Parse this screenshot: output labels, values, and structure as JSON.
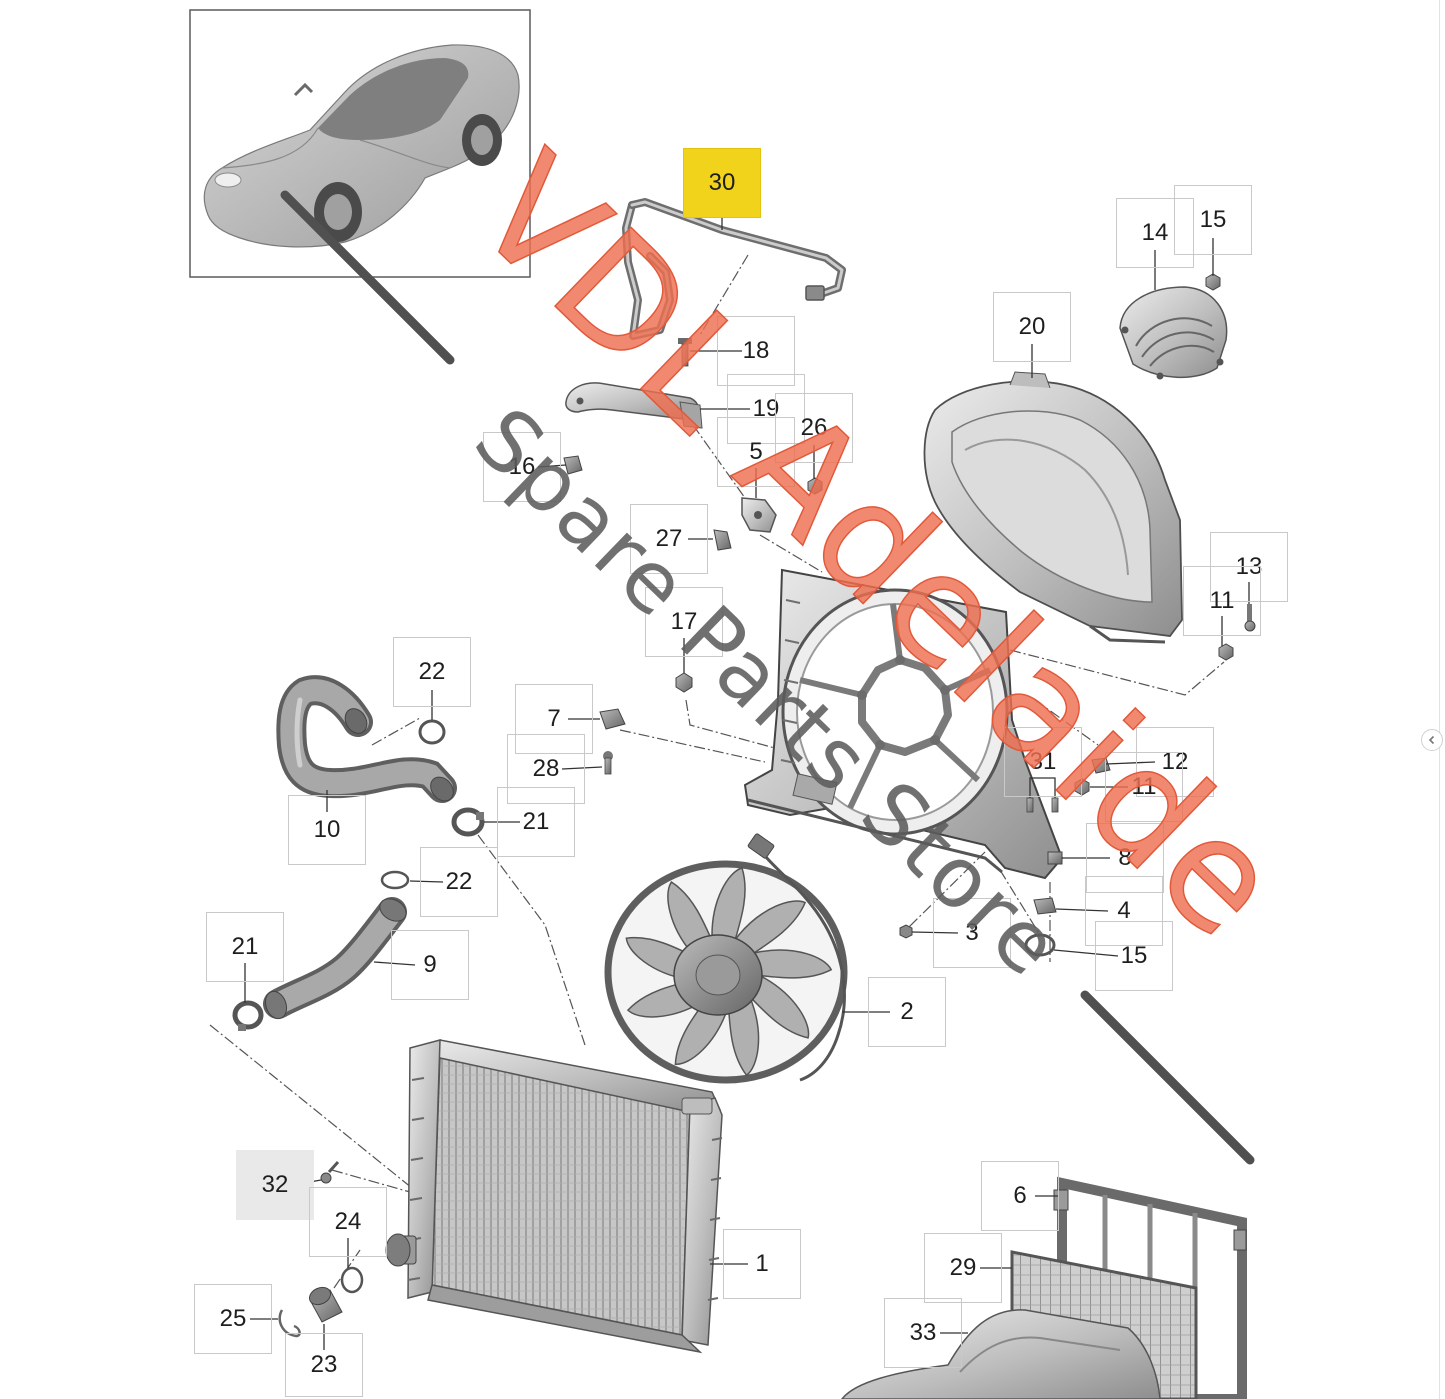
{
  "callouts": {
    "c30": "30",
    "c14": "14",
    "c15_top": "15",
    "c18": "18",
    "c20": "20",
    "c19": "19",
    "c26": "26",
    "c16": "16",
    "c5": "5",
    "c27": "27",
    "c13": "13",
    "c11_upper": "11",
    "c17": "17",
    "c22_upper": "22",
    "c7": "7",
    "c12": "12",
    "c31": "31",
    "c11_lower": "11",
    "c28": "28",
    "c10": "10",
    "c21_upper": "21",
    "c8": "8",
    "c22_middle": "22",
    "c4": "4",
    "c3": "3",
    "c21_left": "21",
    "c15_lower": "15",
    "c9": "9",
    "c2": "2",
    "c6": "6",
    "c32": "32",
    "c24": "24",
    "c1": "1",
    "c29": "29",
    "c25": "25",
    "c33": "33",
    "c23": "23"
  },
  "watermark": {
    "brand": "VDL Adelaide",
    "tagline": "Spare Parts Store"
  },
  "colors": {
    "highlight": "#f2d31b",
    "watermark_brand": "#ee6f50",
    "watermark_tagline": "#5c5c5c",
    "part_grey": "#a6a6a6"
  },
  "icons": {
    "panel_toggle": "chevron-left-icon"
  }
}
